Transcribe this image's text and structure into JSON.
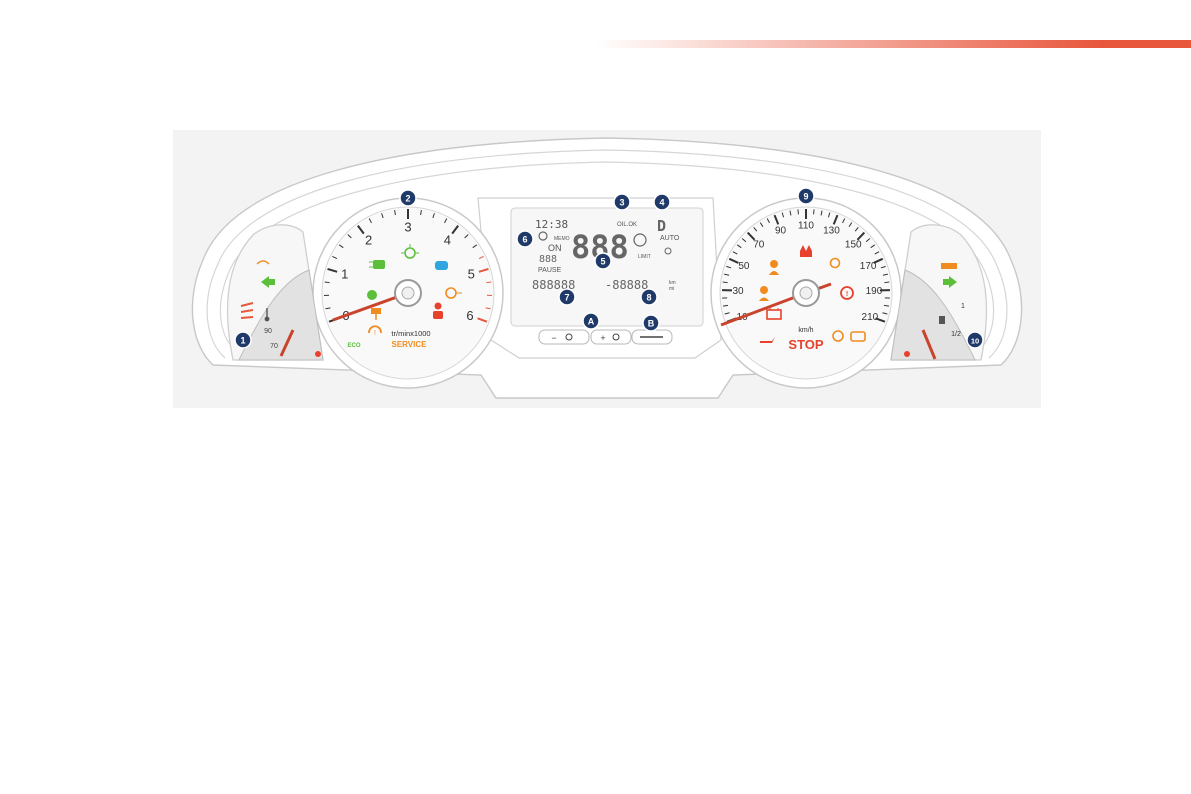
{
  "tacho": {
    "ticks": [
      "0",
      "1",
      "2",
      "3",
      "4",
      "5",
      "6"
    ],
    "unit": "tr/minx1000",
    "service": "SERVICE",
    "eco": "ECO"
  },
  "speedo": {
    "ticks": [
      "10",
      "30",
      "50",
      "70",
      "90",
      "110",
      "130",
      "150",
      "170",
      "190",
      "210"
    ],
    "unit": "km/h",
    "stop": "STOP"
  },
  "temp": {
    "labels": [
      "90",
      "70"
    ]
  },
  "fuel": {
    "labels": [
      "1",
      "1/2"
    ]
  },
  "display": {
    "clock": "12:38",
    "oil": "OIL.OK",
    "memo": "MEMO",
    "on": "ON",
    "big": "888",
    "small": "888",
    "pause": "PAUSE",
    "limit": "LIMIT",
    "bottom_left": "888888",
    "bottom_right": "-88888",
    "auto": "AUTO",
    "gear": "D",
    "km_label": "km",
    "mi_label": "mi"
  },
  "buttons": {
    "a": "−",
    "b": "+"
  },
  "callouts": [
    "1",
    "2",
    "3",
    "4",
    "5",
    "6",
    "7",
    "8",
    "9",
    "10",
    "A",
    "B"
  ],
  "colors": {
    "accent": "#e8563c",
    "callout": "#1f3a68",
    "green": "#5bbf3a",
    "blue": "#2fa6e0",
    "orange": "#f08c1f",
    "red": "#e8412c",
    "gray": "#9a9a9a"
  }
}
